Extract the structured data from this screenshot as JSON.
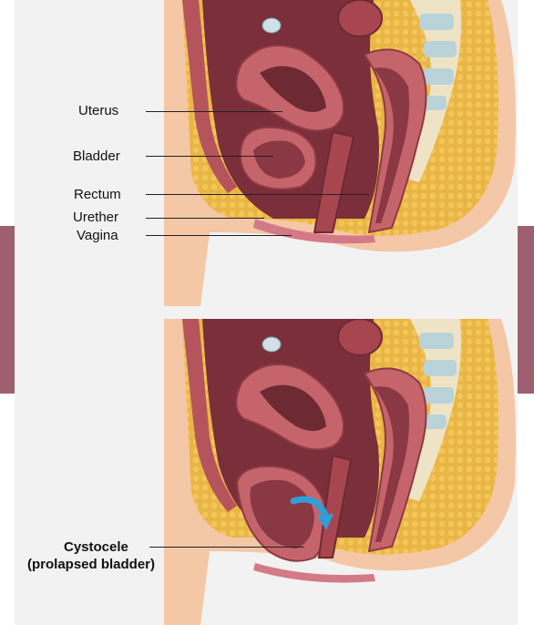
{
  "top_figure": {
    "labels": {
      "uterus": "Uterus",
      "bladder": "Bladder",
      "rectum": "Rectum",
      "urether": "Urether",
      "vagina": "Vagina"
    }
  },
  "bottom_figure": {
    "labels": {
      "cystocele_line1": "Cystocele",
      "cystocele_line2": "(prolapsed bladder)"
    }
  },
  "colors": {
    "side_bars": "#9e5f70",
    "background": "#f2f2f2",
    "skin": "#f4c7a6",
    "fat": "#e7b13c",
    "muscle": "#b5545c",
    "cavity": "#6e2a33",
    "arrow": "#2f9fd8"
  }
}
